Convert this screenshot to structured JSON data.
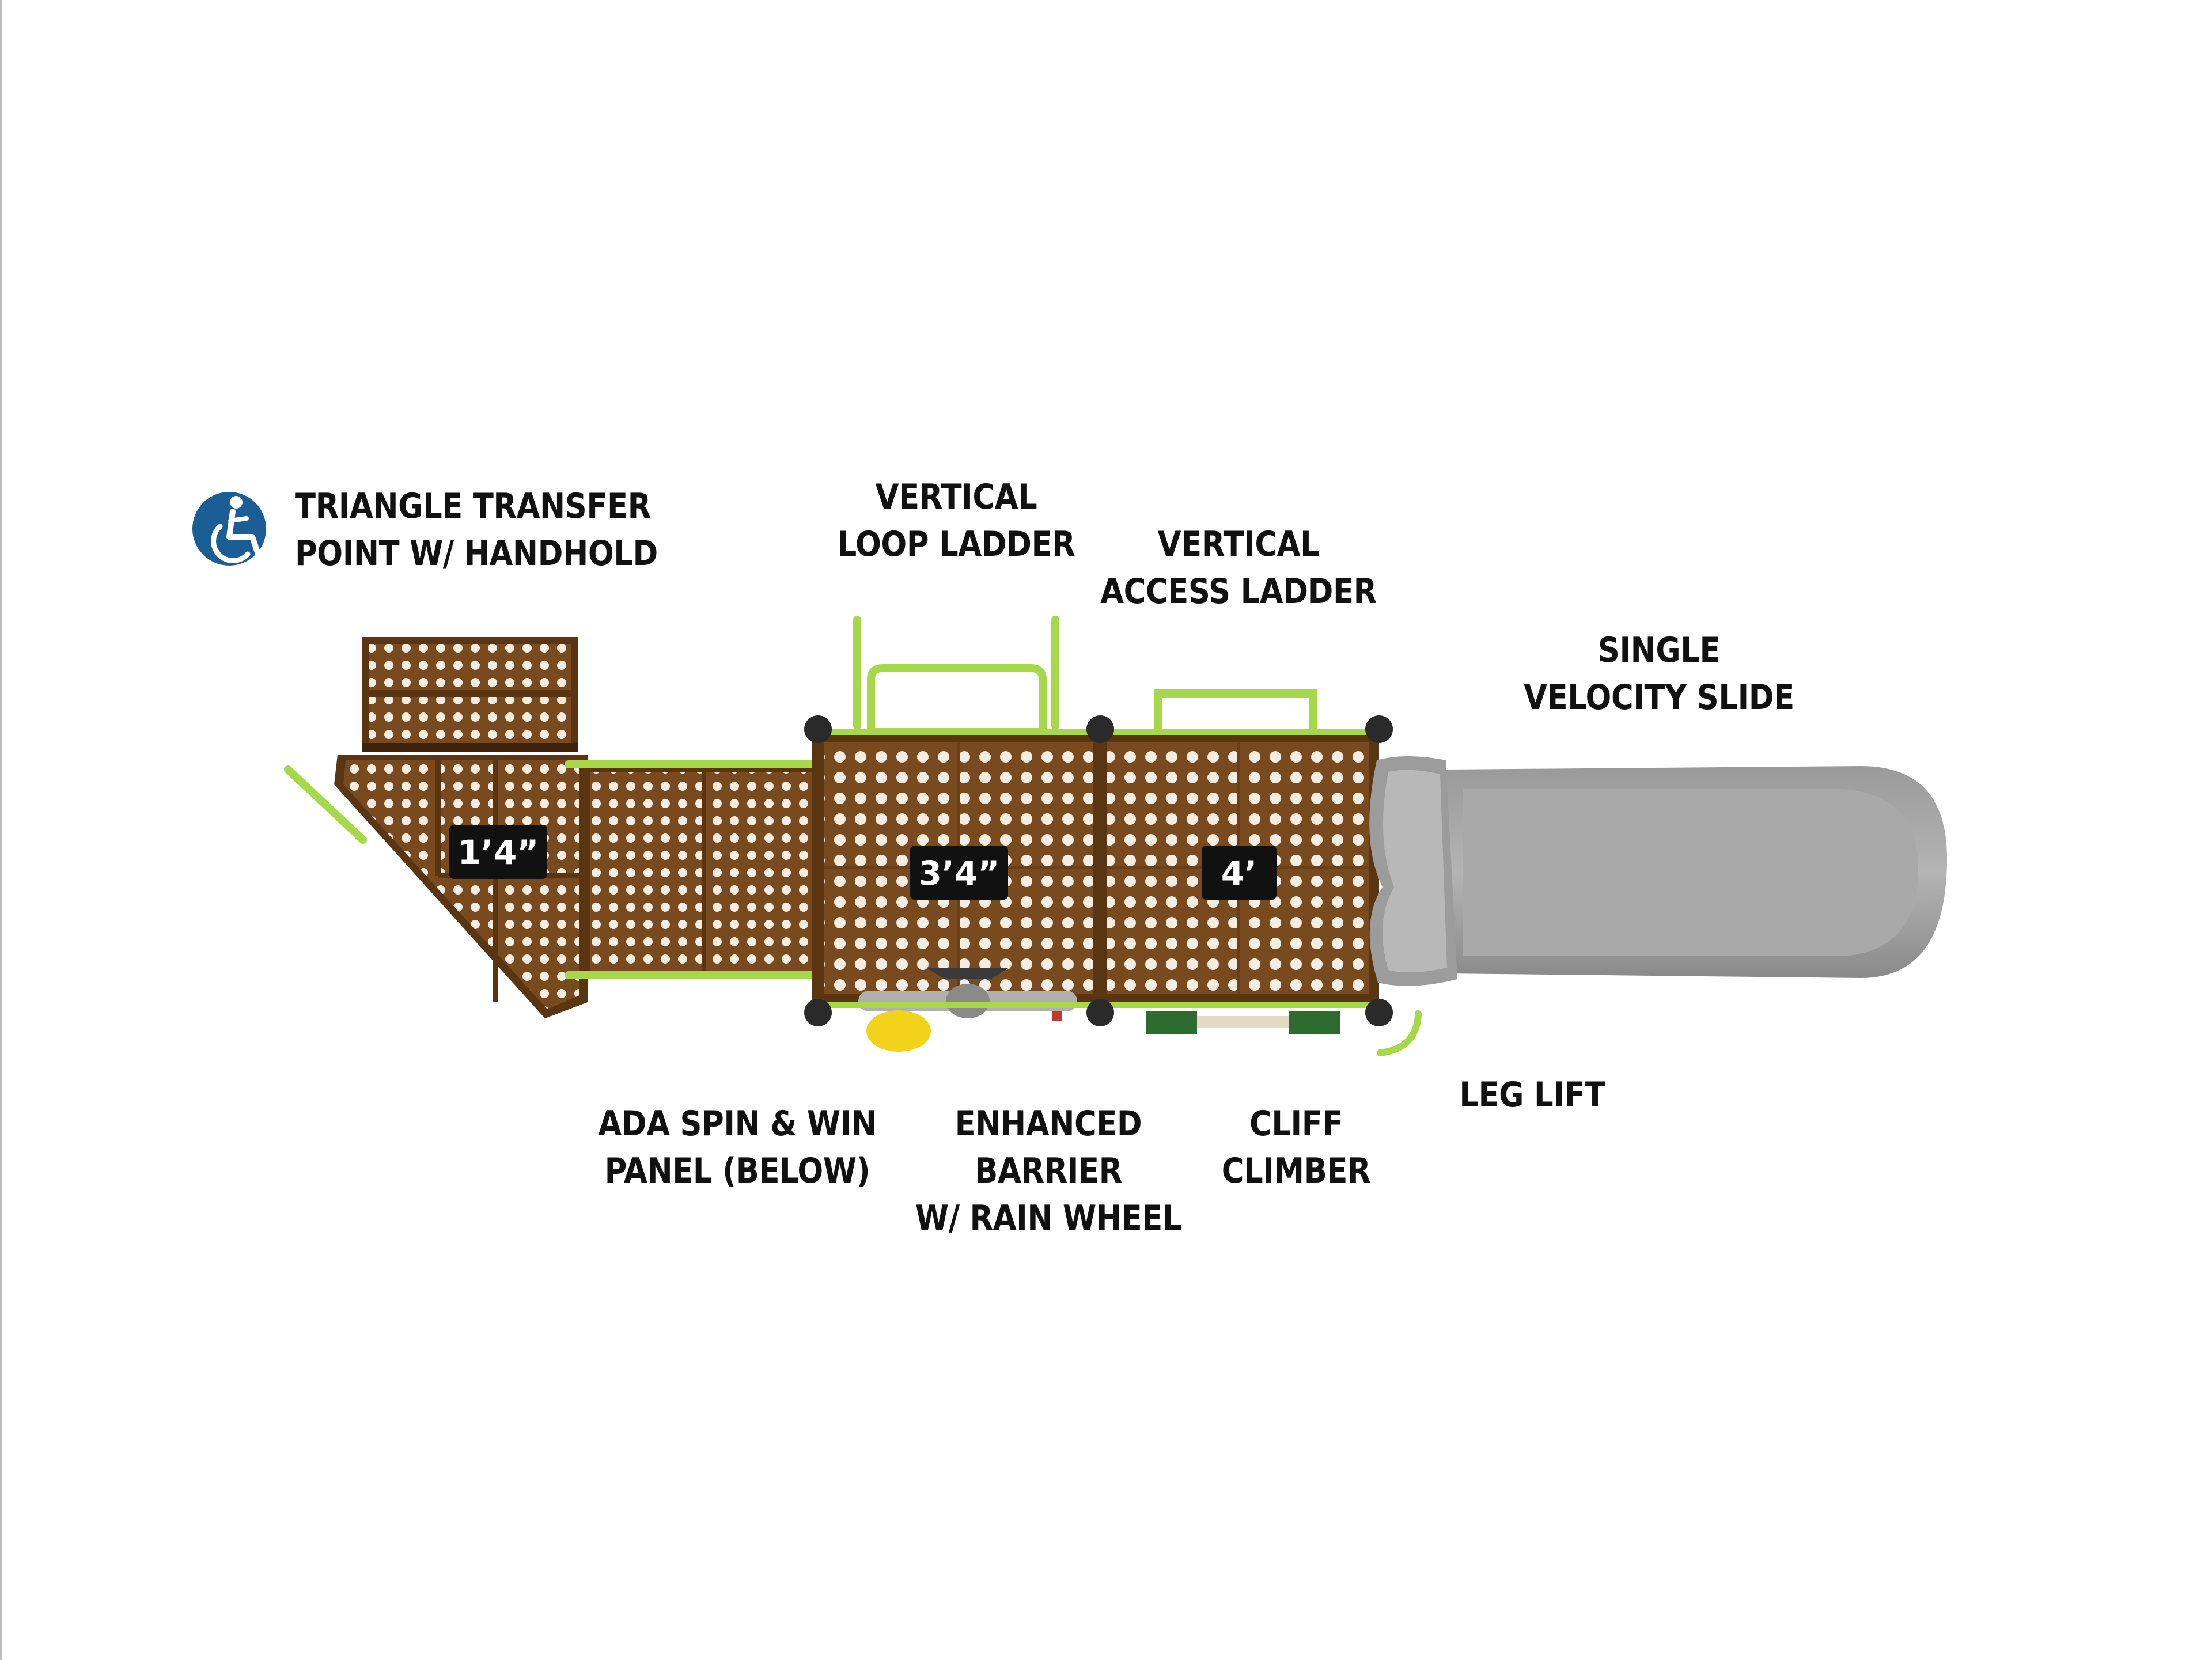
{
  "labels": {
    "triangle_transfer": {
      "line1": "TRIANGLE TRANSFER",
      "line2": "POINT W/ HANDHOLD"
    },
    "vertical_loop_ladder": {
      "line1": "VERTICAL",
      "line2": "LOOP LADDER"
    },
    "vertical_access_ladder": {
      "line1": "VERTICAL",
      "line2": "ACCESS LADDER"
    },
    "single_velocity_slide": {
      "line1": "SINGLE",
      "line2": "VELOCITY SLIDE"
    },
    "ada_spin_win": {
      "line1": "ADA SPIN & WIN",
      "line2": "PANEL (BELOW)"
    },
    "enhanced_barrier": {
      "line1": "ENHANCED",
      "line2": "BARRIER",
      "line3": "W/ RAIN WHEEL"
    },
    "cliff_climber": {
      "line1": "CLIFF",
      "line2": "CLIMBER"
    },
    "leg_lift": {
      "line1": "LEG LIFT"
    }
  },
  "deck_heights": {
    "transfer": "1’4”",
    "deck_middle": "3’4”",
    "deck_right": "4’"
  },
  "icons": {
    "accessibility": "accessibility-wheelchair-icon"
  },
  "colors": {
    "deck_brown": "#7a4a1f",
    "deck_dark": "#4a2a0e",
    "rail_green": "#a6d84a",
    "slide_gray": "#8c8c8c",
    "post_black": "#2a2a2a",
    "ada_blue": "#1b5e96",
    "barrier_red": "#c0392b",
    "climber_green": "#2e6b2e",
    "spin_yellow": "#f2d21b"
  }
}
